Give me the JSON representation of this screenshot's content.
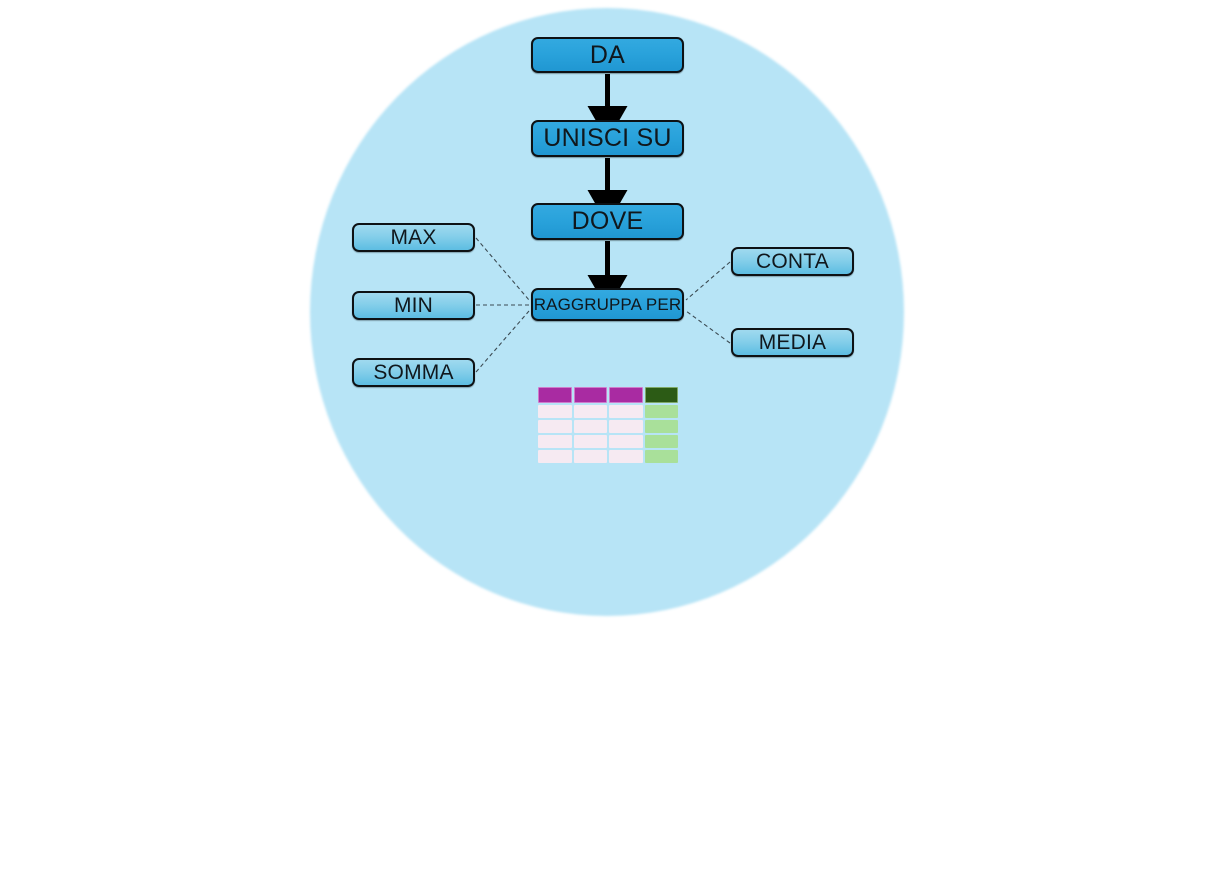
{
  "diagram": {
    "title_context": "Clausole linguaggio query",
    "background": {
      "shape_name": "circle",
      "color": "#b7e4f6"
    },
    "flow_nodes": [
      {
        "id": "da",
        "label": "DA",
        "text_size": "large"
      },
      {
        "id": "unisci-su",
        "label": "UNISCI SU",
        "text_size": "large"
      },
      {
        "id": "dove",
        "label": "DOVE",
        "text_size": "large"
      },
      {
        "id": "raggruppa",
        "label": "RAGGRUPPA PER",
        "text_size": "small"
      }
    ],
    "left_nodes": [
      {
        "id": "max",
        "label": "MAX"
      },
      {
        "id": "min",
        "label": "MIN"
      },
      {
        "id": "somma",
        "label": "SOMMA"
      }
    ],
    "right_nodes": [
      {
        "id": "conta",
        "label": "CONTA"
      },
      {
        "id": "media",
        "label": "MEDIA"
      }
    ],
    "colors": {
      "main_node_fill": "#29a2db",
      "satellite_node_fill": "#85cfea",
      "node_border": "#0d1114",
      "arrow": "#000000",
      "connector": "#3b4a52",
      "table_header_magenta": "#a92ba2",
      "table_header_green": "#2c5b15",
      "table_body_pink": "#f6eaf2",
      "table_body_green": "#a9e09a"
    },
    "arrows": [
      {
        "from": "da",
        "to": "unisci-su",
        "style": "solid-thick"
      },
      {
        "from": "unisci-su",
        "to": "dove",
        "style": "solid-thick"
      },
      {
        "from": "dove",
        "to": "raggruppa",
        "style": "solid-thick"
      }
    ],
    "connectors": [
      {
        "from": "max",
        "to": "raggruppa",
        "style": "dashed"
      },
      {
        "from": "min",
        "to": "raggruppa",
        "style": "dashed"
      },
      {
        "from": "somma",
        "to": "raggruppa",
        "style": "dashed"
      },
      {
        "from": "conta",
        "to": "raggruppa",
        "style": "dashed"
      },
      {
        "from": "media",
        "to": "raggruppa",
        "style": "dashed"
      }
    ],
    "table": {
      "columns": 4,
      "rows": 5,
      "header_cells": [
        "magenta",
        "magenta",
        "magenta",
        "green"
      ],
      "body_row_cells": [
        "pink",
        "pink",
        "pink",
        "green"
      ]
    }
  }
}
